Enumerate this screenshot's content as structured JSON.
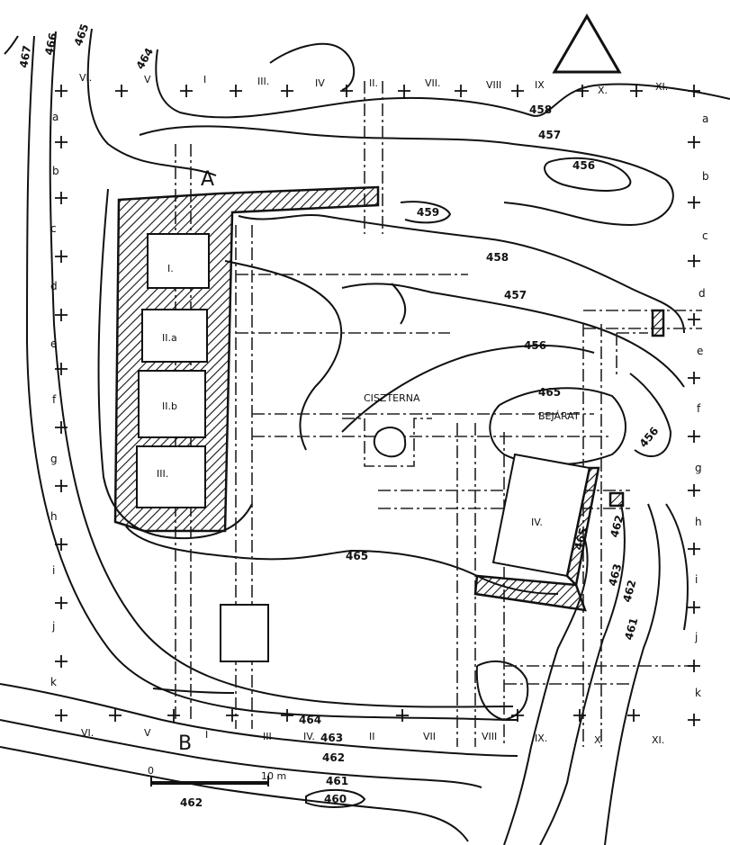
{
  "map": {
    "point_labels": {
      "a": "A",
      "b": "B"
    },
    "north_symbol": "triangle",
    "scale_bar": {
      "start": "0",
      "end": "10 m"
    },
    "feature_labels": {
      "cistern": "CISZTERNA",
      "entrance": "BEJÁRAT"
    },
    "rooms": [
      "I.",
      "II.a",
      "II.b",
      "III.",
      "IV."
    ],
    "contour_labels": [
      "458",
      "457",
      "456",
      "459",
      "458",
      "457",
      "456",
      "465",
      "456",
      "465",
      "465",
      "462",
      "463",
      "462",
      "461",
      "464",
      "463",
      "462",
      "461",
      "460",
      "462",
      "467",
      "466",
      "465",
      "464"
    ],
    "grid_columns_top": [
      "VI.",
      "V",
      "I",
      "III.",
      "IV",
      "II.",
      "VII.",
      "VIII",
      "IX",
      "X.",
      "XI."
    ],
    "grid_columns_bottom": [
      "VI.",
      "V",
      "I",
      "III",
      "IV.",
      "II",
      "VII",
      "VIII",
      "IX.",
      "X",
      "XI."
    ],
    "grid_rows_left": [
      "a",
      "b",
      "c",
      "d",
      "e",
      "f",
      "g",
      "h",
      "i",
      "j",
      "k"
    ],
    "grid_rows_right": [
      "a",
      "b",
      "c",
      "d",
      "e",
      "f",
      "g",
      "h",
      "i",
      "j",
      "k"
    ]
  }
}
